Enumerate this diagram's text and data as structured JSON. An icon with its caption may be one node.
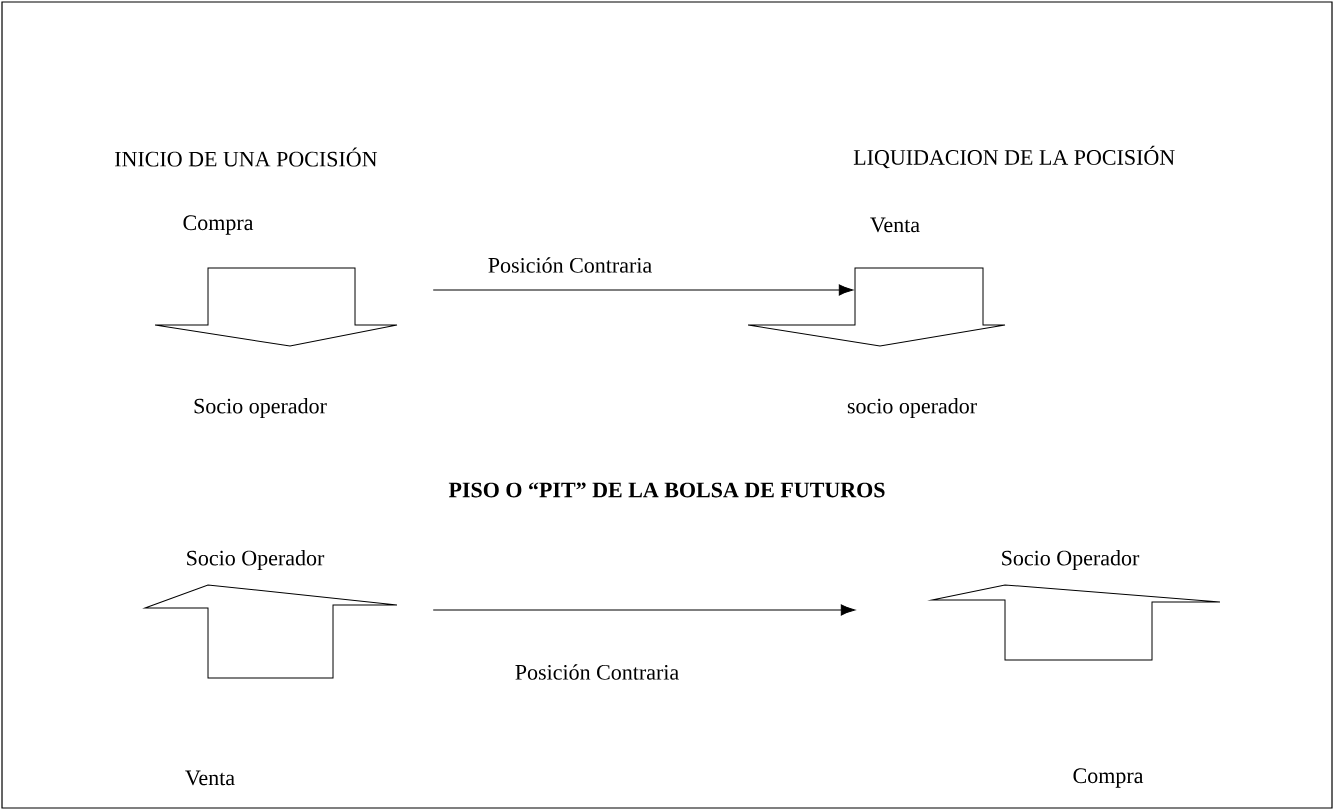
{
  "diagram": {
    "nodes": [
      {
        "text": [],
        "shape": "arrow"
      },
      {
        "text": [],
        "shape": "arrow"
      },
      {
        "text": [],
        "shape": "arrow"
      },
      {
        "text": [],
        "shape": "arrow"
      }
    ],
    "edges": [
      {
        "from": 0,
        "to": 1,
        "arrow": "to",
        "label": "Posición Contraria"
      },
      {
        "from": 2,
        "to": 3,
        "arrow": "to",
        "label": "Posición Contraria"
      }
    ],
    "labels": [
      "INICIO DE UNA POCISIÓN",
      "LIQUIDACION DE LA POCISIÓN",
      "Compra",
      "Venta",
      "Socio operador",
      "socio operador",
      "PISO O “PIT” DE LA BOLSA DE FUTUROS",
      "Socio Operador",
      "Socio Operador",
      "Venta",
      "Compra"
    ]
  }
}
